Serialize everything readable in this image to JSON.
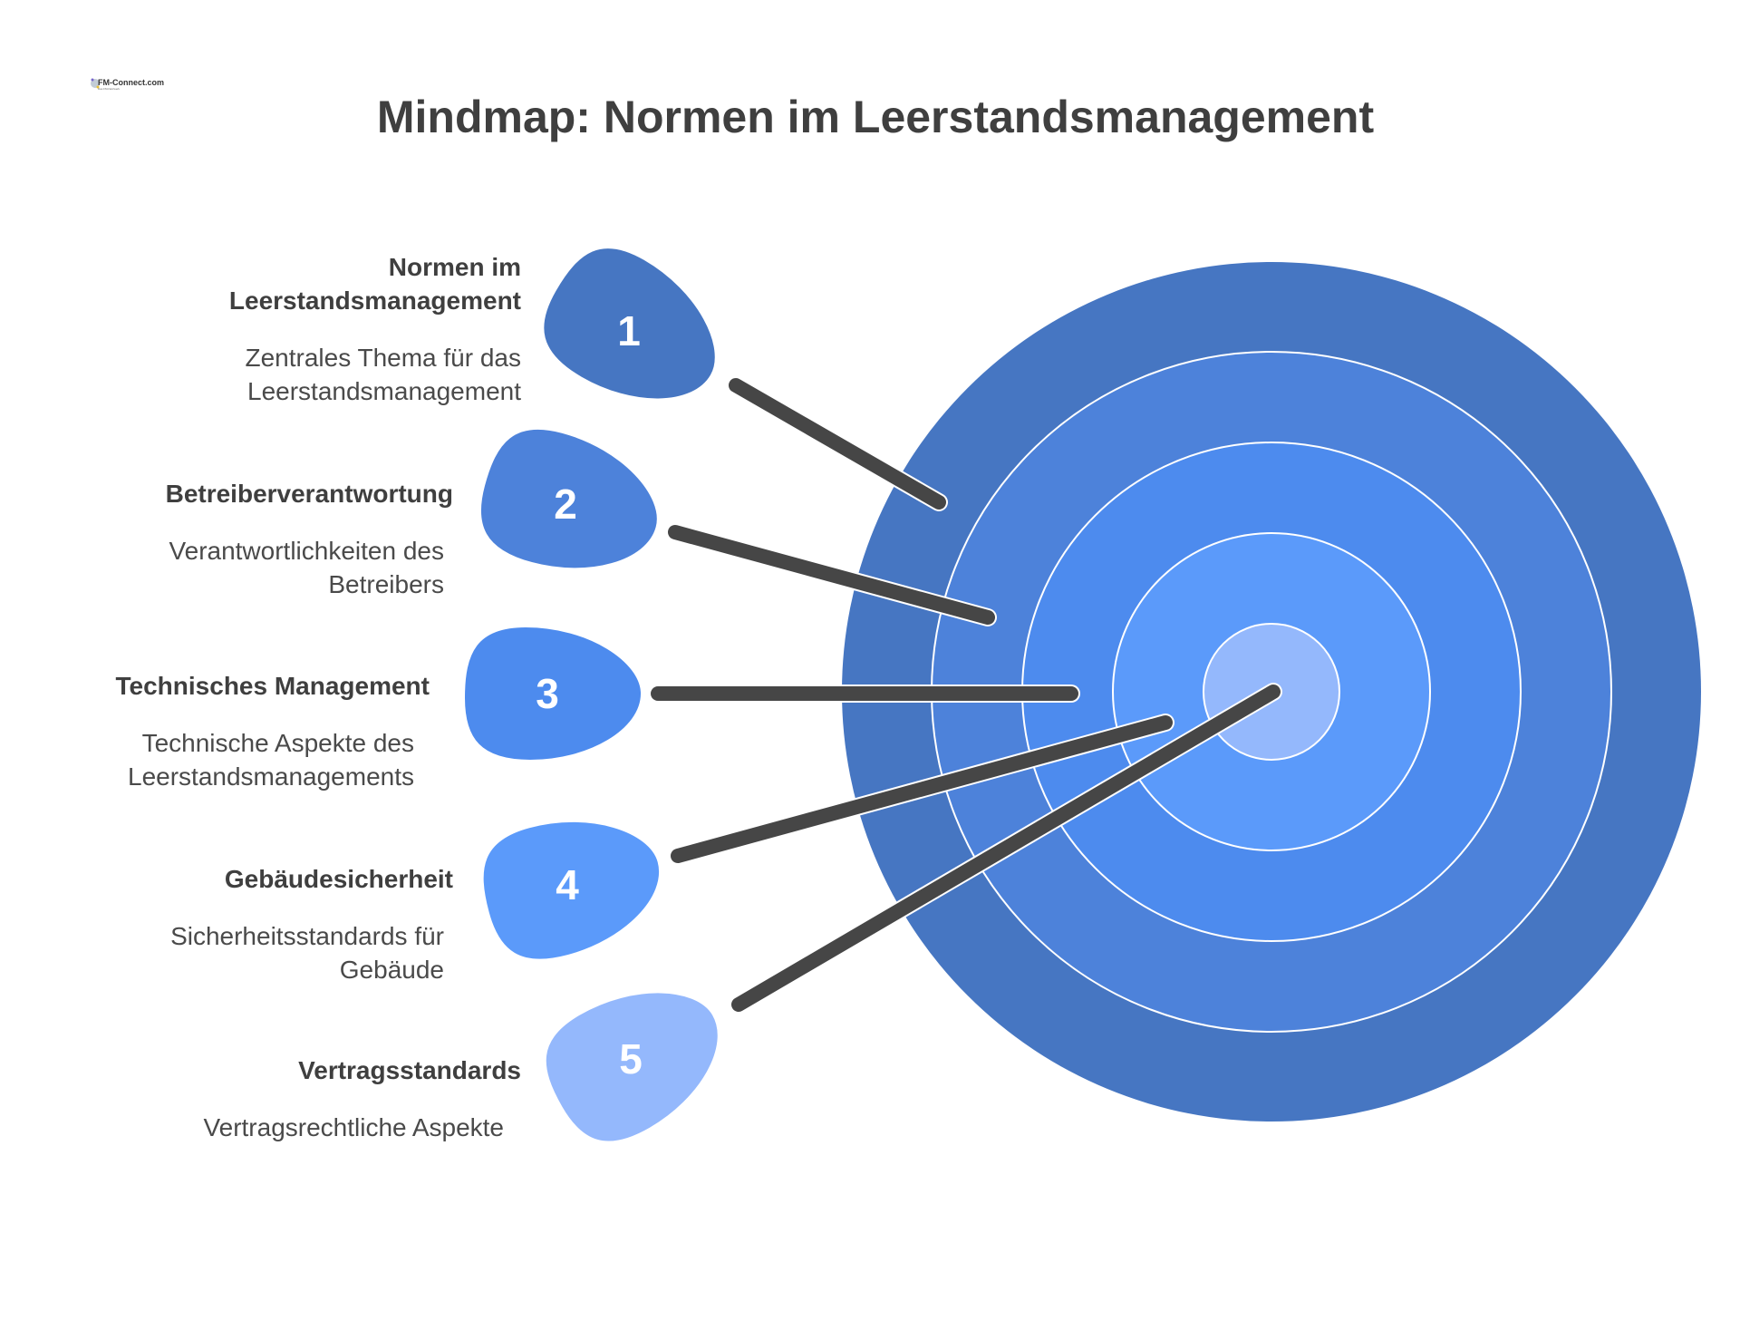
{
  "title": "Mindmap: Normen im Leerstandsmanagement",
  "logo": {
    "text": "FM-Connect.com",
    "subtitle": "Das FM-Netzwerk"
  },
  "colors": {
    "ring1": "#4676C2",
    "ring2": "#4D82DA",
    "ring3": "#4D8BEE",
    "ring4": "#5B9AFA",
    "ring5": "#94B8FC",
    "shaft": "#464646"
  },
  "items": [
    {
      "number": "1",
      "heading_line1": "Normen im",
      "heading_line2": "Leerstandsmanagement",
      "desc_line1": "Zentrales Thema für das",
      "desc_line2": "Leerstandsmanagement",
      "color": "#4676C2"
    },
    {
      "number": "2",
      "heading_line1": "Betreiberverantwortung",
      "desc_line1": "Verantwortlichkeiten des",
      "desc_line2": "Betreibers",
      "color": "#4D82DA"
    },
    {
      "number": "3",
      "heading_line1": "Technisches Management",
      "desc_line1": "Technische Aspekte des",
      "desc_line2": "Leerstandsmanagements",
      "color": "#4D8BEE"
    },
    {
      "number": "4",
      "heading_line1": "Gebäudesicherheit",
      "desc_line1": "Sicherheitsstandards für",
      "desc_line2": "Gebäude",
      "color": "#5B9AFA"
    },
    {
      "number": "5",
      "heading_line1": "Vertragsstandards",
      "desc_line1": "Vertragsrechtliche Aspekte",
      "color": "#94B8FC"
    }
  ]
}
